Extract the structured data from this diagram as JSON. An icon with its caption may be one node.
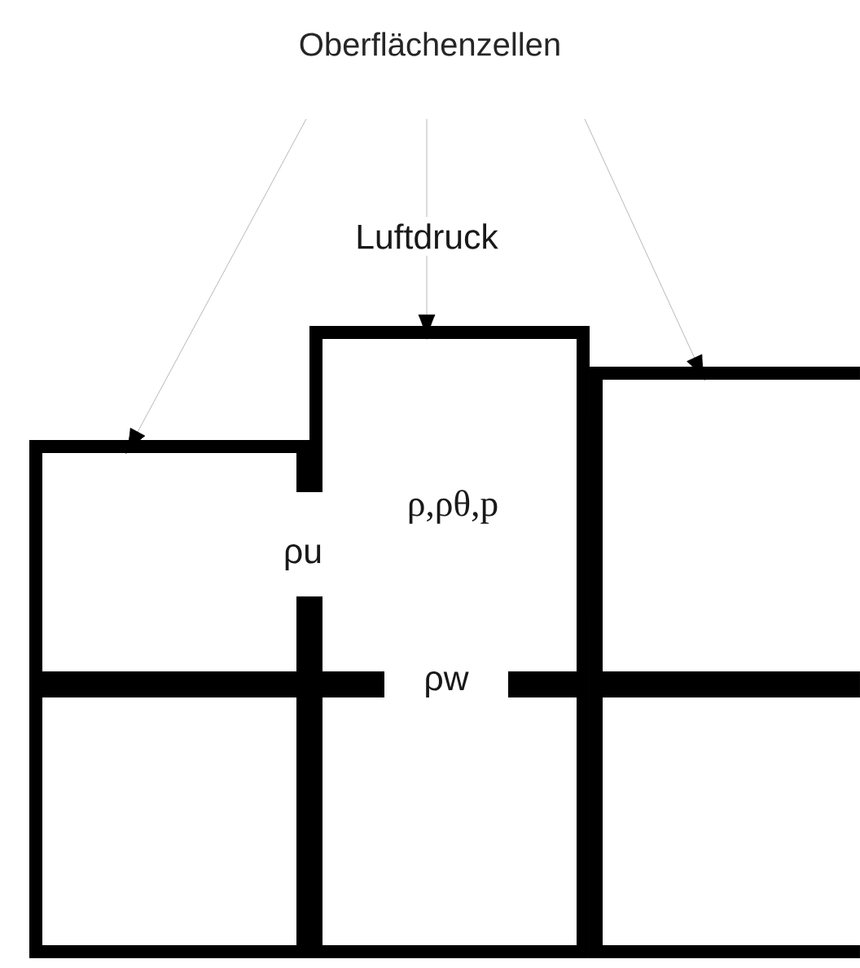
{
  "diagram": {
    "nodes": [
      {
        "text": [
          "Oberflächenzellen"
        ]
      },
      {
        "text": [],
        "shape": "box"
      },
      {
        "text": [],
        "shape": "box"
      },
      {
        "text": [],
        "shape": "box"
      },
      {
        "text": [],
        "shape": "box"
      },
      {
        "text": [],
        "shape": "box"
      },
      {
        "text": [],
        "shape": "box"
      }
    ],
    "edges": [
      {
        "from": 0,
        "to": 1,
        "arrow": "to"
      },
      {
        "from": 0,
        "to": 2,
        "arrow": "to"
      },
      {
        "from": 0,
        "to": 3,
        "arrow": "to"
      }
    ],
    "labels": [
      "Luftdruck",
      "ρ,ρθ,p",
      "ρu",
      "ρw"
    ]
  }
}
